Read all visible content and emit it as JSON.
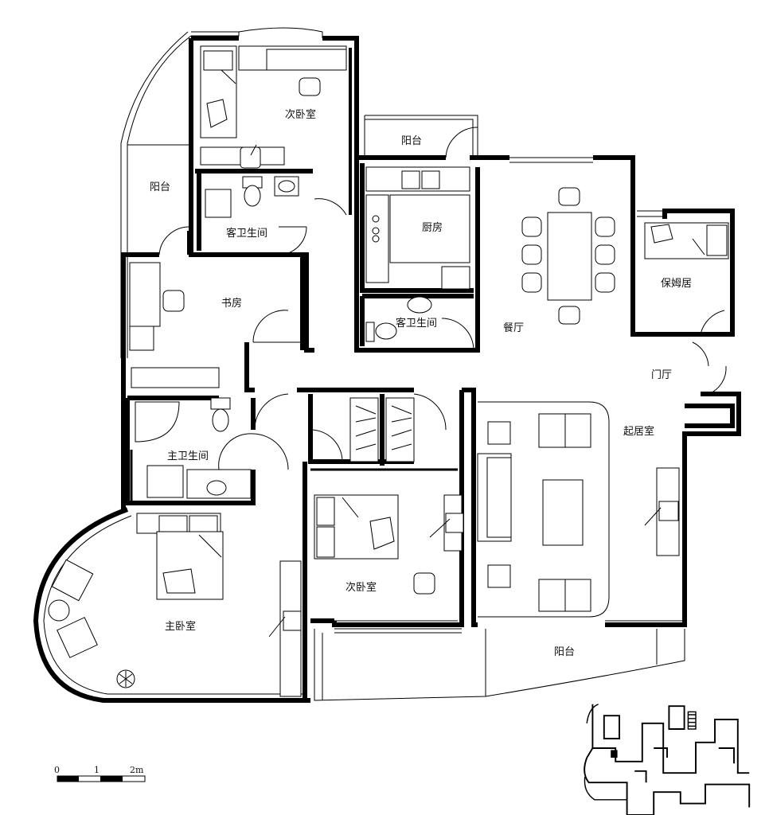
{
  "rooms": {
    "bedroom_top": "次卧室",
    "balcony_left": "阳台",
    "guest_bath_top": "客卫生间",
    "balcony_top": "阳台",
    "kitchen": "厨房",
    "guest_bath_mid": "客卫生间",
    "study": "书房",
    "dining": "餐厅",
    "nanny_room": "保姆居",
    "foyer": "门厅",
    "master_bath": "主卫生间",
    "living": "起居室",
    "bedroom_mid": "次卧室",
    "master_bedroom": "主卧室",
    "balcony_bottom": "阳台"
  },
  "scale_bar": {
    "label_0": "0",
    "label_1": "1",
    "label_2": "2m"
  }
}
